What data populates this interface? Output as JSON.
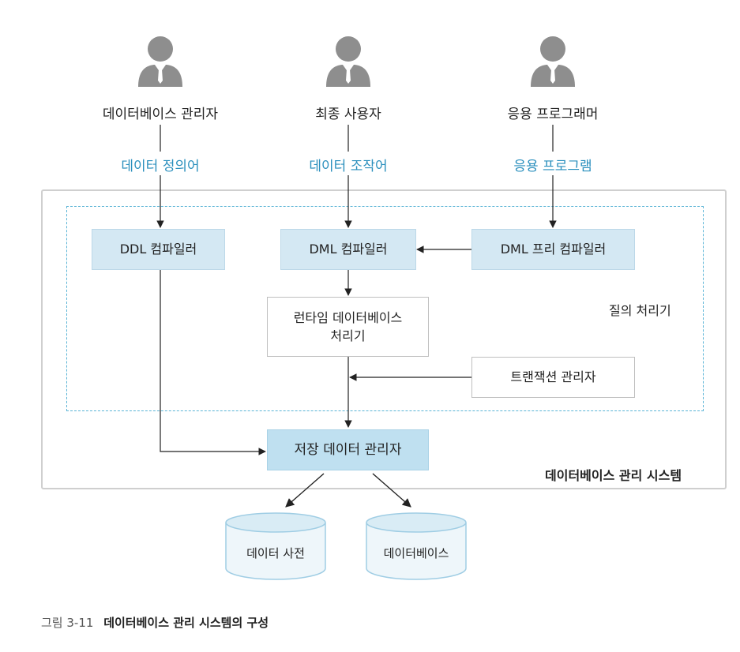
{
  "actors": [
    {
      "name": "데이터베이스 관리자",
      "language": "데이터 정의어"
    },
    {
      "name": "최종 사용자",
      "language": "데이터 조작어"
    },
    {
      "name": "응용 프로그래머",
      "language": "응용 프로그램"
    }
  ],
  "boxes": {
    "ddl_compiler": "DDL 컴파일러",
    "dml_compiler": "DML 컴파일러",
    "dml_precompiler": "DML 프리 컴파일러",
    "runtime_processor_line1": "런타임 데이터베이스",
    "runtime_processor_line2": "처리기",
    "transaction_manager": "트랜잭션 관리자",
    "storage_manager": "저장 데이터 관리자"
  },
  "regions": {
    "query_processor": "질의 처리기",
    "dbms": "데이터베이스 관리 시스템"
  },
  "storage": {
    "dictionary": "데이터 사전",
    "database": "데이터베이스"
  },
  "caption": {
    "number": "그림 3-11",
    "title": "데이터베이스 관리 시스템의 구성"
  },
  "colors": {
    "language_text": "#2a8fbd",
    "box_blue": "#d4e8f3",
    "storage_blue": "#bfe0f0",
    "actor_gray": "#8e8e8e",
    "dashed_border": "#5ab4d6"
  }
}
